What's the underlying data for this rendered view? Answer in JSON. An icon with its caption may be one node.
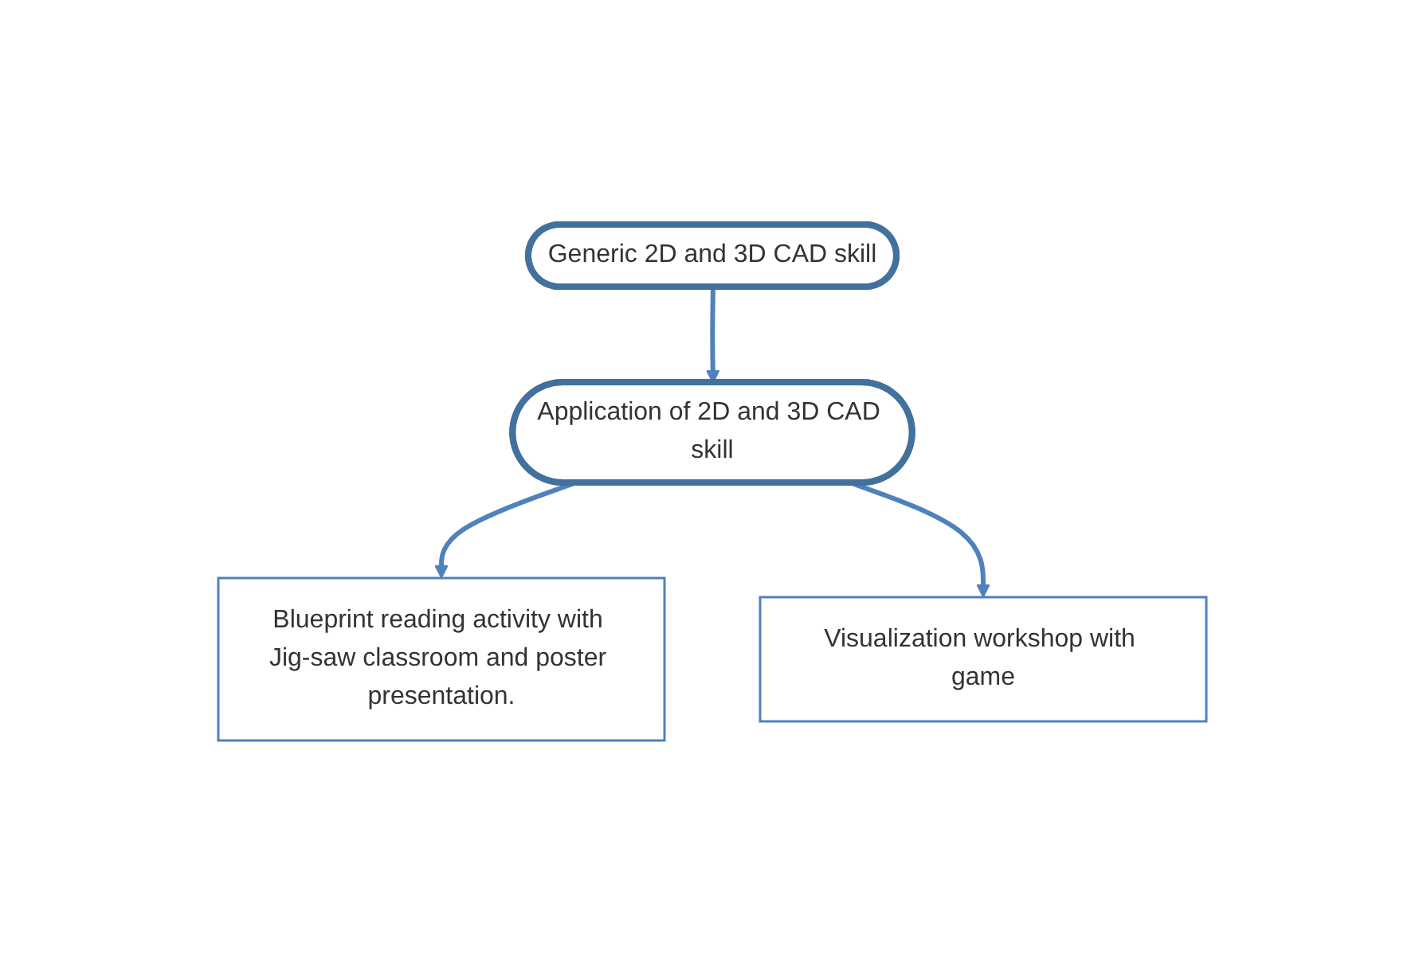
{
  "diagram": {
    "nodes": [
      {
        "text": [
          "Generic 2D and 3D CAD skill"
        ]
      },
      {
        "text": [
          "Application of 2D and 3D CAD skill"
        ]
      },
      {
        "text": [
          "Blueprint reading activity with Jig-saw classroom and poster presentation."
        ]
      },
      {
        "text": [
          "Visualization workshop with game"
        ]
      }
    ],
    "edges": [
      {
        "from": 0,
        "to": 1,
        "arrow": "to"
      },
      {
        "from": 1,
        "to": 2,
        "arrow": "to"
      },
      {
        "from": 1,
        "to": 3,
        "arrow": "to"
      }
    ]
  }
}
